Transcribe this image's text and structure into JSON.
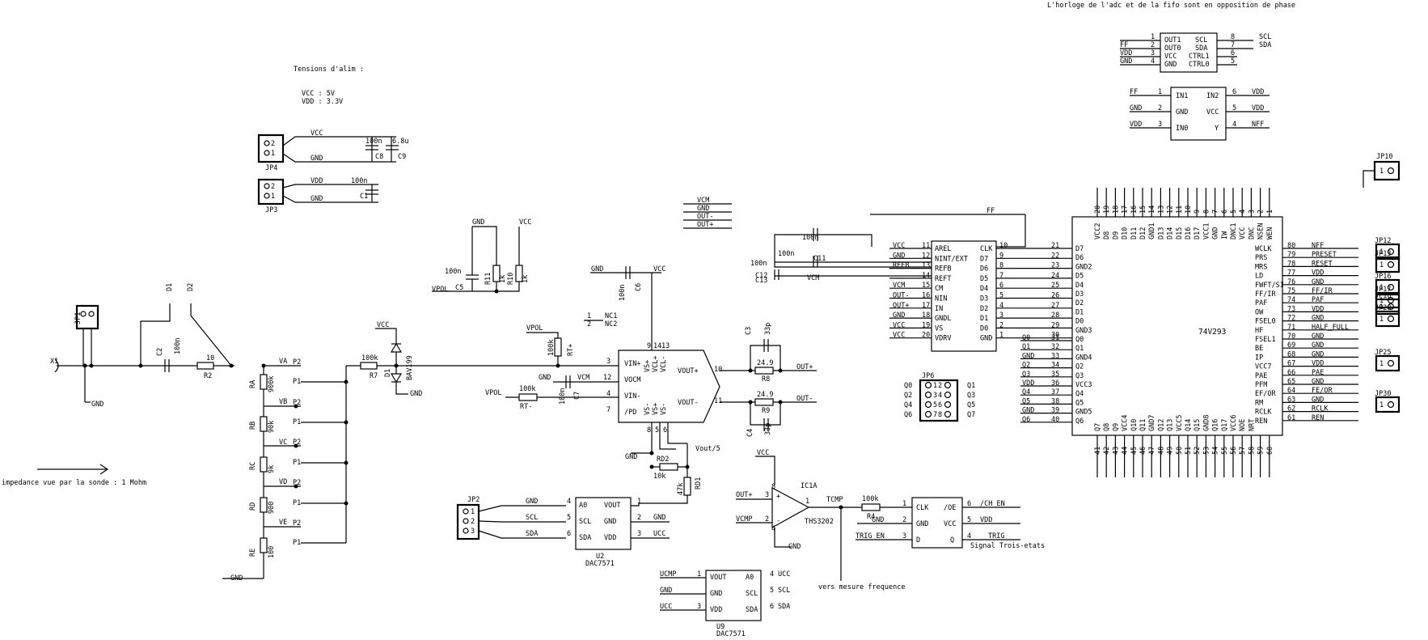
{
  "notes": {
    "phase": "L'horloge de l'adc et de la fifo sont en opposition de phase",
    "alim_title": "Tensions d'alim :",
    "alim_vcc": "VCC : 5V",
    "alim_vdd": "VDD : 3.3V",
    "impedance": "impedance vue par la sonde : 1 Mohm",
    "vout5": "Vout/5",
    "freq": "vers mesure frequence",
    "tristate": "Signal Trois-etats"
  },
  "nets": {
    "vcc": "VCC",
    "gnd": "GND",
    "vdd": "VDD",
    "vcm": "VCM",
    "vpol": "VPOL",
    "out_plus": "OUT+",
    "out_minus": "OUT-",
    "vcmp": "VCMP",
    "tcmp": "TCMP",
    "scl": "SCL",
    "sda": "SDA",
    "ff": "FF",
    "nff": "NFF",
    "ch_en": "/CH_EN",
    "trig_en": "TRIG_EN",
    "trig": "TRIG",
    "ucmp": "UCMP",
    "ucc": "UCC"
  },
  "refs": {
    "jp4": "JP4",
    "jp3": "JP3",
    "jp1": "JP1",
    "jp2": "JP2",
    "jp6": "JP6",
    "jp10": "JP10",
    "jp12": "JP12",
    "jp13": "JP13",
    "jp16": "JP16",
    "jp17": "JP17",
    "jp18": "JP18",
    "jp20": "JP20",
    "jp25": "JP25",
    "jp30": "JP30",
    "c1": "C1",
    "c2": "C2",
    "c3": "C3",
    "c4": "C4",
    "c5": "C5",
    "c6": "C6",
    "c7": "C7",
    "c8": "C8",
    "c9": "C9",
    "c11": "C11",
    "c12": "C12",
    "c13": "C13",
    "r2": "R2",
    "r7": "R7",
    "r8": "R8",
    "r9": "R9",
    "r10": "R10",
    "r11": "R11",
    "rd1": "RD1",
    "rd2": "RD2",
    "r4": "R4",
    "ra": "RA",
    "rb": "RB",
    "rc": "RC",
    "rd": "RD",
    "re": "RE",
    "rtp": "RT+",
    "rtm": "RT-",
    "d1": "D1",
    "d1v": "BAV199",
    "x1": "X1",
    "u2": "U2",
    "u9": "U9",
    "dac": "DAC7571",
    "ic1a": "IC1A",
    "ths": "THS3202",
    "fifo": "74V293",
    "nc1": "NC1",
    "nc2": "NC2"
  },
  "values": {
    "v100n": "100n",
    "v6u8": "6.8u",
    "v10": "10",
    "v100k": "100k",
    "v33p": "33p",
    "v249": "24.9",
    "v47k": "47k",
    "v10k": "10k",
    "v1k": "1k",
    "v900k": "900k",
    "v90k": "90k",
    "v9k": "9k",
    "v900": "900",
    "v100": "100"
  },
  "switch": {
    "p2": "P2",
    "p1": "P1",
    "va": "VA",
    "vb": "VB",
    "vc": "VC",
    "vd": "VD",
    "ve": "VE",
    "d1": "D1",
    "d2": "D2"
  },
  "nums": [
    "1",
    "2",
    "3",
    "4",
    "5",
    "6",
    "7",
    "8",
    "9",
    "10",
    "11",
    "12",
    "13",
    "14",
    "15",
    "16",
    "17",
    "18",
    "19",
    "20",
    "21",
    "22",
    "23",
    "24",
    "25",
    "26",
    "27",
    "28",
    "29",
    "30",
    "31",
    "32",
    "33",
    "34",
    "35",
    "36",
    "37",
    "38",
    "39",
    "40"
  ],
  "opa_pins": {
    "vinp": "VIN+",
    "vocm": "VOCM",
    "vinm": "VIN-",
    "pd": "/PD",
    "voutp": "VOUT+",
    "voutm": "VOUT-",
    "vsp": "VS+",
    "vclp": "VCL+",
    "vclm": "VCL-",
    "vsm": "VS-",
    "vsp2": "VS+",
    "vsm2": "VS-"
  },
  "adc_left": [
    "AREL",
    "NINT/EXT",
    "REFB",
    "REFT",
    "CM",
    "NIN",
    "IN",
    "GNDL",
    "VS",
    "VDRV"
  ],
  "adc_right": [
    "CLK",
    "D7",
    "D6",
    "D5",
    "D4",
    "D3",
    "D2",
    "D1",
    "D0",
    "GND"
  ],
  "adc_left_nets": [
    "VCC",
    "GND",
    "REFB",
    "",
    "VCM",
    "OUT-",
    "OUT+",
    "GND",
    "VCC",
    "VCC"
  ],
  "adc_left_pins": [
    "11",
    "12",
    "13",
    "14",
    "15",
    "16",
    "17",
    "18",
    "19",
    "20"
  ],
  "adc_right_pins": [
    "10",
    "9",
    "8",
    "7",
    "6",
    "5",
    "4",
    "3",
    "2",
    "1"
  ],
  "fifo_mid_left": [
    "21",
    "22",
    "23",
    "24",
    "25",
    "26",
    "27",
    "28",
    "29",
    "30"
  ],
  "fifo_left_names": [
    "D7",
    "D6",
    "GND2",
    "D5",
    "D4",
    "D3",
    "D2",
    "D1",
    "D0",
    "GND3",
    "Q0",
    "Q1",
    "GND4",
    "Q2",
    "Q3",
    "VCC3",
    "Q4",
    "Q5",
    "GND5",
    "Q6"
  ],
  "fifo_bot_left_pins": [
    "31",
    "32",
    "33",
    "34",
    "35",
    "36",
    "37",
    "38",
    "39",
    "40"
  ],
  "fifo_bot_left_nets": [
    "Q0",
    "Q1",
    "GND",
    "Q2",
    "Q3",
    "VDD",
    "Q4",
    "Q5",
    "GND",
    "Q6"
  ],
  "fifo_right_names": [
    "WCLK",
    "PRS",
    "MRS",
    "LD",
    "FWFT/SI",
    "FF/IR",
    "PAF",
    "OW",
    "FSEL0",
    "HF",
    "FSEL1",
    "BE",
    "IP",
    "VCC7",
    "PAE",
    "PFM",
    "EF/OR",
    "RM",
    "RCLK",
    "REN"
  ],
  "fifo_right_pins": [
    "80",
    "79",
    "78",
    "77",
    "76",
    "75",
    "74",
    "73",
    "72",
    "71",
    "70",
    "69",
    "68",
    "67",
    "66",
    "65",
    "64",
    "63",
    "62",
    "61"
  ],
  "fifo_right_nets": [
    "NFF",
    "PRESET",
    "RESET",
    "VDD",
    "GND",
    "FF/IR",
    "PAF",
    "VDD",
    "GND",
    "HALF_FULL",
    "GND",
    "GND",
    "GND",
    "VDD",
    "PAE",
    "GND",
    "FE/OR",
    "GND",
    "RCLK",
    "REN"
  ],
  "fifo_top_names": [
    "VCC2",
    "D8",
    "D9",
    "D10",
    "D11",
    "D12",
    "GND1",
    "D13",
    "D14",
    "D15",
    "D16",
    "D17",
    "VCC1",
    "GND",
    "IW",
    "DNC1",
    "VCC",
    "DNC",
    "NSEN",
    "WEN"
  ],
  "fifo_top_pins": [
    "20",
    "19",
    "18",
    "17",
    "16",
    "15",
    "14",
    "13",
    "12",
    "11",
    "10",
    "9",
    "8",
    "7",
    "6",
    "5",
    "4",
    "3",
    "2",
    "1"
  ],
  "fifo_bot_names": [
    "Q7",
    "Q8",
    "Q9",
    "VCC4",
    "Q10",
    "Q11",
    "GND7",
    "Q12",
    "Q13",
    "VCC5",
    "Q14",
    "Q15",
    "GND8",
    "Q16",
    "Q17",
    "VCC6",
    "NOE",
    "NRT"
  ],
  "fifo_bot_pins": [
    "41",
    "42",
    "43",
    "44",
    "45",
    "46",
    "47",
    "48",
    "49",
    "50",
    "51",
    "52",
    "53",
    "54",
    "55",
    "56",
    "57",
    "58",
    "59",
    "60"
  ],
  "jp6": {
    "left": [
      "Q0",
      "Q2",
      "Q4",
      "Q6"
    ],
    "right": [
      "Q1",
      "Q3",
      "Q5",
      "Q7"
    ]
  },
  "u2": {
    "left": [
      "GND",
      "SCL",
      "SDA"
    ],
    "pins_l": [
      "4",
      "5",
      "6"
    ],
    "inner_l": [
      "A0",
      "SCL",
      "SDA"
    ],
    "inner_r": [
      "VOUT",
      "GND",
      "VDD"
    ],
    "pins_r": [
      "1",
      "2",
      "3"
    ],
    "nets_r": [
      "",
      "GND",
      "UCC"
    ]
  },
  "u9": {
    "left": [
      "UCMP",
      "GND",
      "UCC"
    ],
    "pins_l": [
      "1",
      "2",
      "3"
    ],
    "inner_l": [
      "VOUT",
      "GND",
      "VDD"
    ],
    "inner_r": [
      "A0",
      "SCL",
      "SDA"
    ],
    "pins_r": [
      "4",
      "5",
      "6"
    ],
    "nets_r": [
      "UCC",
      "SCL",
      "SDA"
    ]
  },
  "flip": {
    "clk": "CLK",
    "oe": "/OE",
    "gnd": "GND",
    "vcc": "VCC",
    "d": "D",
    "q": "Q"
  },
  "top_ic1": {
    "inner_l": [
      "OUT1",
      "OUT0",
      "VCC",
      "GND"
    ],
    "inner_r": [
      "SCL",
      "SDA",
      "CTRL1",
      "CTRL0"
    ],
    "nets_l": [
      "",
      "FF",
      "VDD",
      "GND"
    ]
  },
  "top_ic2": {
    "inner_l": [
      "IN1",
      "GND",
      "IN0"
    ],
    "inner_r": [
      "IN2",
      "VCC",
      "Y"
    ],
    "nets_l": [
      "FF",
      "GND",
      "VDD"
    ],
    "nets_r": [
      "VDD",
      "VDD",
      "NFF"
    ]
  },
  "vcm_list": [
    "VCM",
    "GND",
    "OUT-",
    "OUT+"
  ]
}
